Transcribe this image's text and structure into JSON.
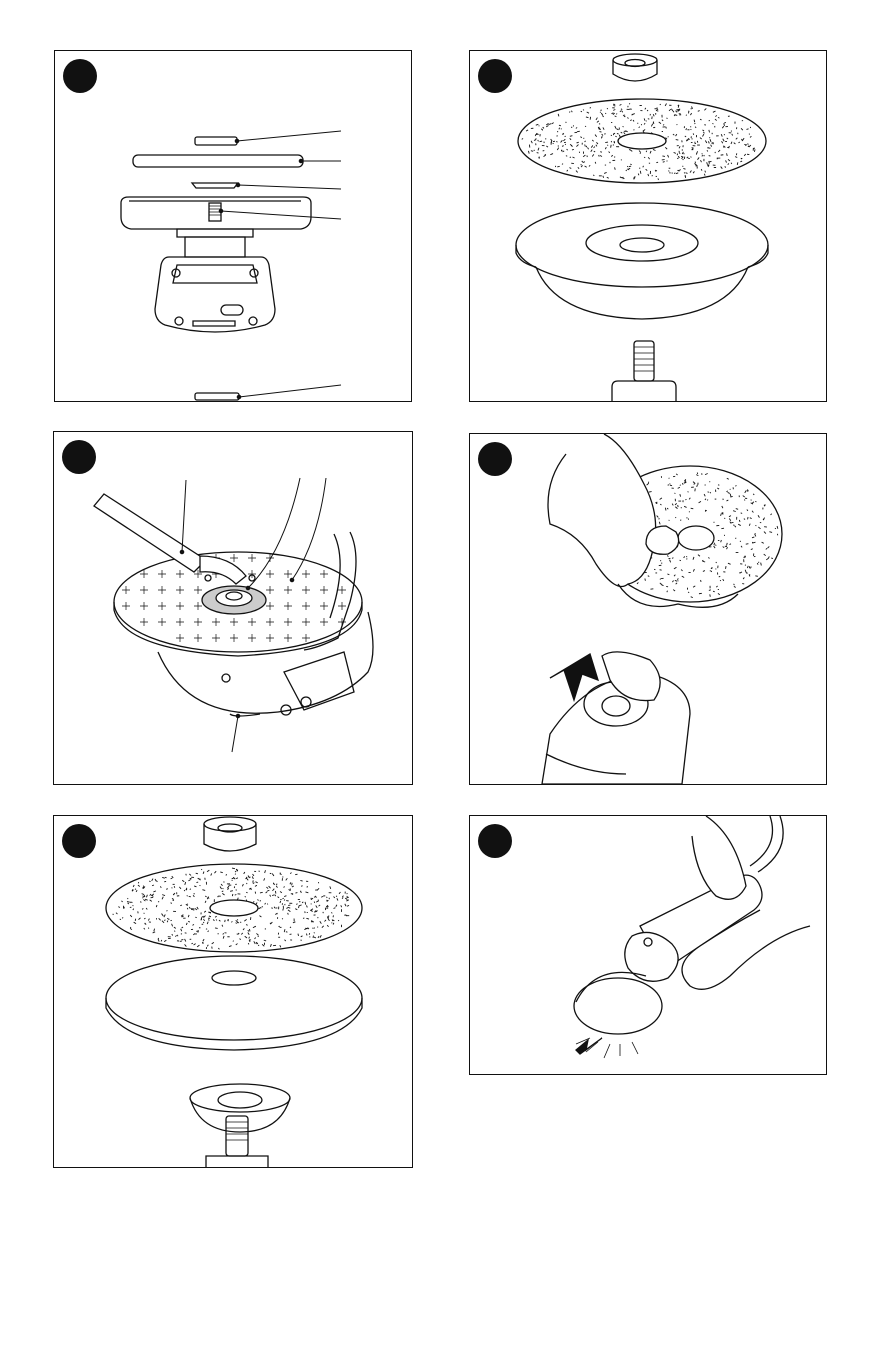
{
  "page": {
    "background": "#ffffff",
    "line_color": "#111111"
  },
  "figures": [
    {
      "id": "a",
      "description_icon": "grinder-exploded-assembly-icon"
    },
    {
      "id": "b",
      "description_icon": "depressed-center-wheel-stack-icon"
    },
    {
      "id": "c",
      "description_icon": "wrench-tightening-flange-icon"
    },
    {
      "id": "d",
      "description_icon": "spindle-lock-press-icon"
    },
    {
      "id": "e",
      "description_icon": "sanding-disc-backing-pad-stack-icon"
    },
    {
      "id": "f",
      "description_icon": "grinder-in-use-icon"
    }
  ]
}
